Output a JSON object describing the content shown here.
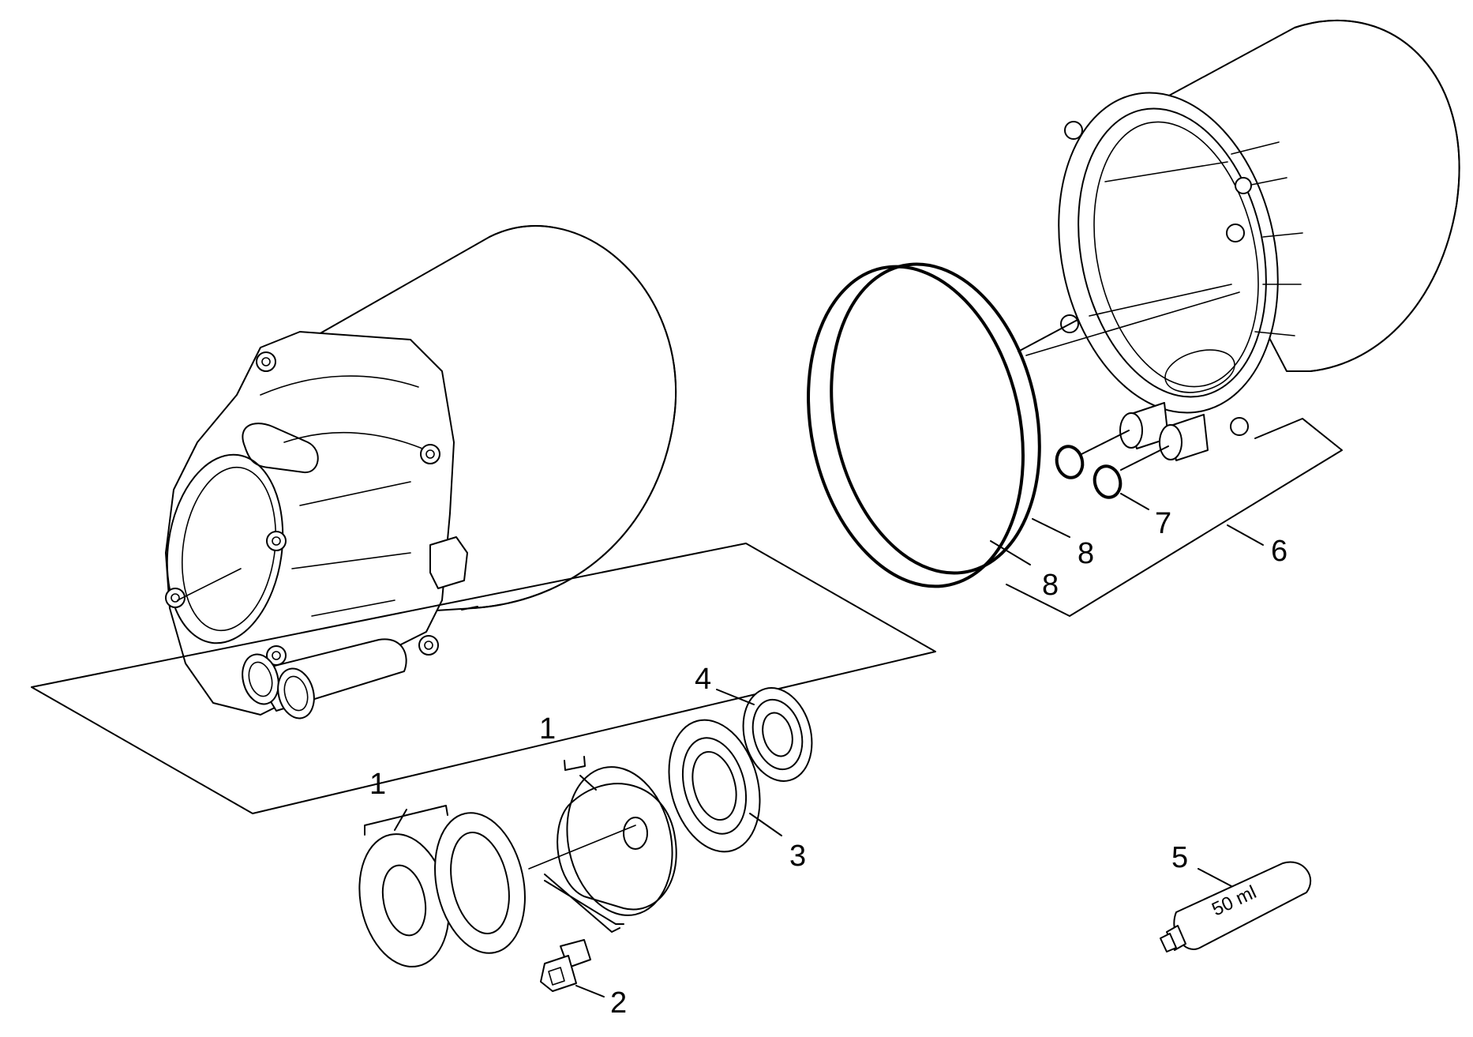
{
  "callouts": {
    "c1a": "1",
    "c1b": "1",
    "c2": "2",
    "c3": "3",
    "c4": "4",
    "c5": "5",
    "c6": "6",
    "c7": "7",
    "c8a": "8",
    "c8b": "8"
  },
  "tube_label": "50 ml"
}
